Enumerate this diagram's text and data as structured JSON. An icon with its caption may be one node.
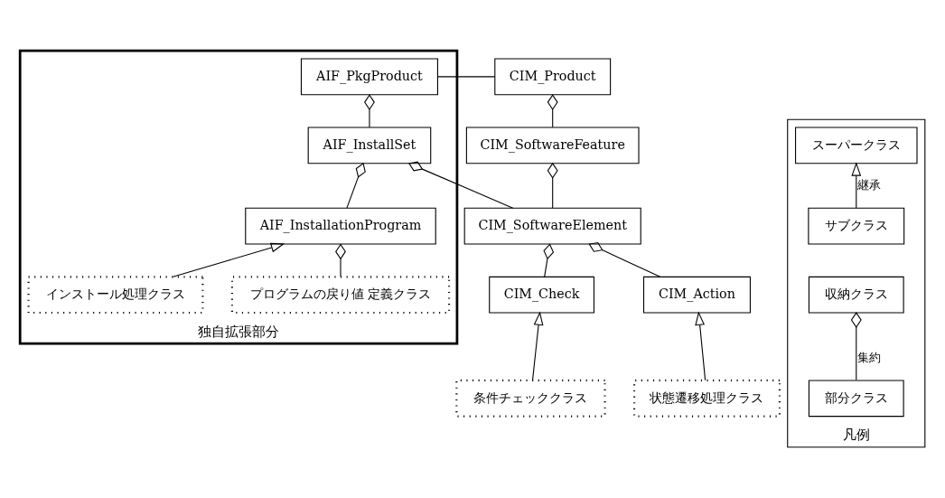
{
  "diagram": {
    "nodes": [
      {
        "text": [
          "独自拡張部分"
        ]
      },
      {
        "text": [
          "AIF_PkgProduct"
        ],
        "in": 0
      },
      {
        "text": [
          "AIF_InstallSet"
        ],
        "in": 0
      },
      {
        "text": [
          "AIF_InstallationProgram"
        ],
        "in": 0
      },
      {
        "text": [
          "プログラムの戻り値 定義クラス"
        ],
        "in": 0
      },
      {
        "text": [
          "インストール処理クラス"
        ],
        "in": 0
      },
      {
        "text": [
          "CIM_Product"
        ]
      },
      {
        "text": [
          "CIM_SoftwareFeature"
        ]
      },
      {
        "text": [
          "CIM_SoftwareElement"
        ]
      },
      {
        "text": [
          "CIM_Check"
        ]
      },
      {
        "text": [
          "CIM_Action"
        ]
      },
      {
        "text": [
          "条件チェッククラス"
        ]
      },
      {
        "text": [
          "状態遷移処理クラス"
        ]
      },
      {
        "text": [
          "凡例"
        ]
      },
      {
        "text": [
          "スーパークラス"
        ],
        "in": 13
      },
      {
        "text": [
          "サブクラス"
        ],
        "in": 13
      },
      {
        "text": [
          "収納クラス"
        ],
        "in": 13
      },
      {
        "text": [
          "部分クラス"
        ],
        "in": 13
      }
    ],
    "edges": [
      {
        "from": 1,
        "to": 6,
        "arrow": "none"
      },
      {
        "from": 2,
        "to": 1,
        "arrow": "other"
      },
      {
        "from": 3,
        "to": 2,
        "arrow": "other"
      },
      {
        "from": 8,
        "to": 2,
        "arrow": "other"
      },
      {
        "from": 7,
        "to": 6,
        "arrow": "other"
      },
      {
        "from": 8,
        "to": 7,
        "arrow": "other"
      },
      {
        "from": 9,
        "to": 8,
        "arrow": "other"
      },
      {
        "from": 10,
        "to": 8,
        "arrow": "other"
      },
      {
        "from": 4,
        "to": 3,
        "arrow": "other"
      },
      {
        "from": 5,
        "to": 3,
        "arrow": "to"
      },
      {
        "from": 11,
        "to": 9,
        "arrow": "to"
      },
      {
        "from": 12,
        "to": 10,
        "arrow": "to"
      },
      {
        "from": 15,
        "to": 14,
        "arrow": "to",
        "label": "継承"
      },
      {
        "from": 17,
        "to": 16,
        "arrow": "other",
        "label": "集約"
      }
    ]
  }
}
